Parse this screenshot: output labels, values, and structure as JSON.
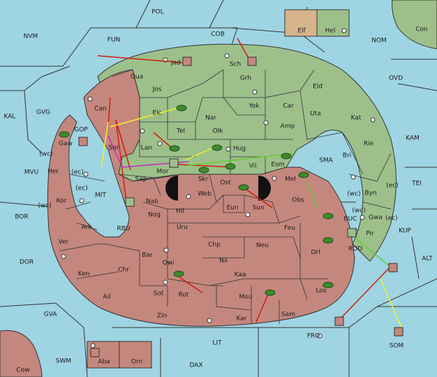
{
  "colors": {
    "sea": "#9fd4e2",
    "green_land": "#9dc08b",
    "brown_land": "#c4877e",
    "tan_land": "#d6b48c",
    "border": "#333333",
    "arrow_red": "#d01c10",
    "arrow_yellow": "#f2f226",
    "arrow_green": "#5fcf2f",
    "arrow_magenta": "#c42cc4",
    "unit_fill": "#3e8b2e"
  },
  "legend": {
    "elf_label": "Elf",
    "hel_label": "Hel"
  },
  "provinces": {
    "sea": [
      "POL",
      "NVM",
      "FUN",
      "COB",
      "NOM",
      "Con",
      "OVD",
      "KAL",
      "GVG",
      "KAM",
      "MVU",
      "BOR",
      "MIT",
      "RBU",
      "SMA",
      "TEI",
      "KUP",
      "ALT",
      "BUC",
      "ROD",
      "DOR",
      "GVA",
      "FRO",
      "SOM",
      "LIT",
      "SWM",
      "DAX",
      "GOP",
      "(wc)",
      "(ec)"
    ],
    "green": [
      "Jad",
      "Sch",
      "Qua",
      "Jos",
      "Grh",
      "Eld",
      "Elc",
      "Nar",
      "Yok",
      "Car",
      "Uta",
      "Kat",
      "Tel",
      "Olk",
      "Amp",
      "Lan",
      "Hug",
      "Rie",
      "Bri",
      "Esm",
      "Vil",
      "Byn",
      "Sap",
      "Mor",
      "Gwa",
      "Pir"
    ],
    "brown": [
      "Can",
      "Sor",
      "Gaw",
      "Her",
      "Kor",
      "Ark",
      "Ver",
      "Ken",
      "Ail",
      "Chr",
      "Nab",
      "Nog",
      "Hil",
      "Uru",
      "Web",
      "Ost",
      "Skr",
      "Eun",
      "Sun",
      "Mel",
      "Obs",
      "Feu",
      "Chp",
      "Neu",
      "Orl",
      "Bar",
      "Qwi",
      "Nil",
      "Kaa",
      "Rot",
      "Sot",
      "Mou",
      "Los",
      "Zin",
      "Kar",
      "Sam",
      "Aba",
      "Orn",
      "Cow"
    ]
  },
  "labels": {
    "POL": "POL",
    "NVM": "NVM",
    "FUN": "FUN",
    "COB": "COB",
    "NOM": "NOM",
    "Con": "Con",
    "OVD": "OVD",
    "KAL": "KAL",
    "GVG": "GVG",
    "KAM": "KAM",
    "MVU": "MVU",
    "BOR": "BOR",
    "MIT": "MIT",
    "RBU": "RBU",
    "SMA": "SMA",
    "TEI": "TEI",
    "KUP": "KUP",
    "ALT": "ALT",
    "BUC": "BUC",
    "ROD": "ROD",
    "DOR": "DOR",
    "GVA": "GVA",
    "FRO": "FRO",
    "SOM": "SOM",
    "LIT": "LIT",
    "SWM": "SWM",
    "DAX": "DAX",
    "GOP": "GOP",
    "Jad": "Jad",
    "Sch": "Sch",
    "Qua": "Qua",
    "Jos": "Jos",
    "Grh": "Grh",
    "Eld": "Eld",
    "Elc": "Elc",
    "Nar": "Nar",
    "Yok": "Yok",
    "Car": "Car",
    "Uta": "Uta",
    "Kat": "Kat",
    "Tel": "Tel",
    "Olk": "Olk",
    "Amp": "Amp",
    "Lan": "Lan",
    "Hug": "Hug",
    "Rie": "Rie",
    "Bri": "Bri",
    "Esm": "Esm",
    "Vil": "Vil",
    "Byn": "Byn",
    "Sap": "Sap",
    "Mor": "Mor",
    "Gwa": "Gwa",
    "Pir": "Pir",
    "Can": "Can",
    "Sor": "Sor",
    "Gaw": "Gaw",
    "Her": "Her",
    "Kor": "Kor",
    "Ark": "Ark",
    "Ver": "Ver",
    "Ken": "Ken",
    "Ail": "Ail",
    "Chr": "Chr",
    "Nab": "Nab",
    "Nog": "Nog",
    "Hil": "Hil",
    "Uru": "Uru",
    "Web": "Web",
    "Ost": "Ost",
    "Skr": "Skr",
    "Eun": "Eun",
    "Sun": "Sun",
    "Mel": "Mel",
    "Obs": "Obs",
    "Feu": "Feu",
    "Chp": "Chp",
    "Neu": "Neu",
    "Orl": "Orl",
    "Bar": "Bar",
    "Qwi": "Qwi",
    "Nil": "Nil",
    "Kaa": "Kaa",
    "Rot": "Rot",
    "Sot": "Sot",
    "Mou": "Mou",
    "Los": "Los",
    "Zin": "Zin",
    "Kar": "Kar",
    "Sam": "Sam",
    "Aba": "Aba",
    "Orn": "Orn",
    "Cow": "Cow",
    "wc": "(wc)",
    "ec": "(ec)"
  }
}
